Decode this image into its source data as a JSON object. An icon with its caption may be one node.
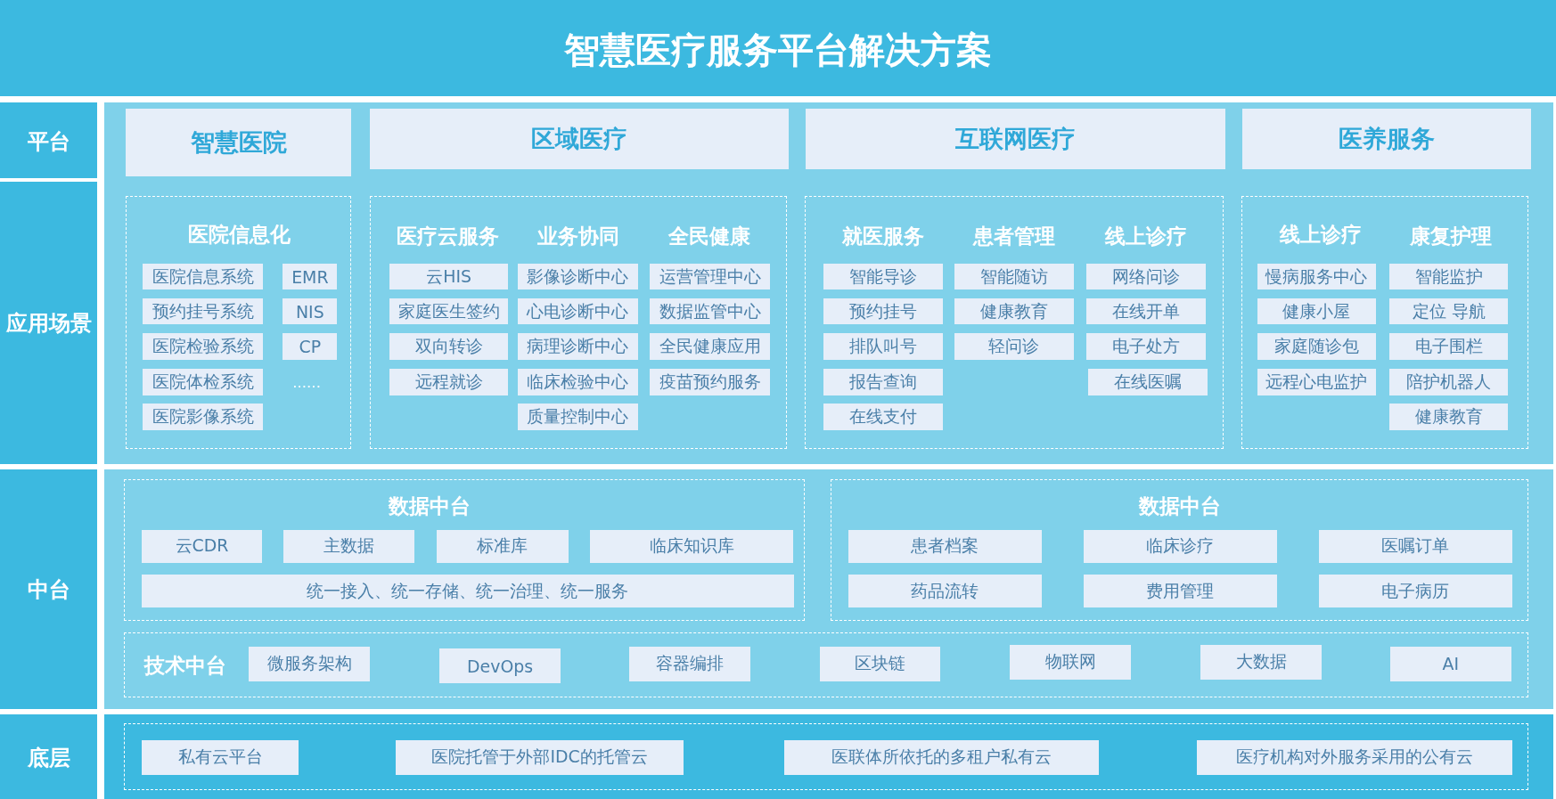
{
  "diagram": {
    "title": "智慧医疗服务平台解决方案",
    "nodes": [
      {
        "text": [
          "平台"
        ]
      },
      {
        "text": [
          "应用场景"
        ]
      },
      {
        "text": [
          "中台"
        ]
      },
      {
        "text": [
          "底层"
        ]
      },
      {
        "text": [
          "智慧医院"
        ]
      },
      {
        "text": [
          "区域医疗"
        ]
      },
      {
        "text": [
          "互联网医疗"
        ]
      },
      {
        "text": [
          "医养服务"
        ]
      },
      {
        "text": [
          "医院信息化"
        ]
      },
      {
        "text": [
          "医院信息系统"
        ],
        "in": 8
      },
      {
        "text": [
          "EMR"
        ],
        "in": 8
      },
      {
        "text": [
          "预约挂号系统"
        ],
        "in": 8
      },
      {
        "text": [
          "NIS"
        ],
        "in": 8
      },
      {
        "text": [
          "医院检验系统"
        ],
        "in": 8
      },
      {
        "text": [
          "CP"
        ],
        "in": 8
      },
      {
        "text": [
          "医院体检系统"
        ],
        "in": 8
      },
      {
        "text": [
          "医院影像系统"
        ],
        "in": 8
      },
      {
        "text": [
          "医疗云服务",
          "业务协同",
          "全民健康"
        ]
      },
      {
        "text": [
          "云HIS"
        ],
        "in": 17
      },
      {
        "text": [
          "影像诊断中心"
        ],
        "in": 17
      },
      {
        "text": [
          "运营管理中心"
        ],
        "in": 17
      },
      {
        "text": [
          "家庭医生签约"
        ],
        "in": 17
      },
      {
        "text": [
          "心电诊断中心"
        ],
        "in": 17
      },
      {
        "text": [
          "数据监管中心"
        ],
        "in": 17
      },
      {
        "text": [
          "双向转诊"
        ],
        "in": 17
      },
      {
        "text": [
          "病理诊断中心"
        ],
        "in": 17
      },
      {
        "text": [
          "全民健康应用"
        ],
        "in": 17
      },
      {
        "text": [
          "远程就诊"
        ],
        "in": 17
      },
      {
        "text": [
          "临床检验中心"
        ],
        "in": 17
      },
      {
        "text": [
          "疫苗预约服务"
        ],
        "in": 17
      },
      {
        "text": [
          "质量控制中心"
        ],
        "in": 17
      },
      {
        "text": [
          "就医服务",
          "患者管理",
          "线上诊疗"
        ]
      },
      {
        "text": [
          "智能导诊"
        ],
        "in": 31
      },
      {
        "text": [
          "智能随访"
        ],
        "in": 31
      },
      {
        "text": [
          "网络问诊"
        ],
        "in": 31
      },
      {
        "text": [
          "预约挂号"
        ],
        "in": 31
      },
      {
        "text": [
          "健康教育"
        ],
        "in": 31
      },
      {
        "text": [
          "在线开单"
        ],
        "in": 31
      },
      {
        "text": [
          "排队叫号"
        ],
        "in": 31
      },
      {
        "text": [
          "轻问诊"
        ],
        "in": 31
      },
      {
        "text": [
          "电子处方"
        ],
        "in": 31
      },
      {
        "text": [
          "报告查询"
        ],
        "in": 31
      },
      {
        "text": [
          "在线医嘱"
        ],
        "in": 31
      },
      {
        "text": [
          "在线支付"
        ],
        "in": 31
      },
      {
        "text": [
          "线上诊疗",
          "康复护理"
        ]
      },
      {
        "text": [
          "慢病服务中心"
        ],
        "in": 44
      },
      {
        "text": [
          "智能监护"
        ],
        "in": 44
      },
      {
        "text": [
          "健康小屋"
        ],
        "in": 44
      },
      {
        "text": [
          "定位 导航"
        ],
        "in": 44
      },
      {
        "text": [
          "家庭随诊包"
        ],
        "in": 44
      },
      {
        "text": [
          "电子围栏"
        ],
        "in": 44
      },
      {
        "text": [
          "远程心电监护"
        ],
        "in": 44
      },
      {
        "text": [
          "陪护机器人"
        ],
        "in": 44
      },
      {
        "text": [
          "健康教育"
        ],
        "in": 44
      },
      {
        "text": [
          "数据中台"
        ]
      },
      {
        "text": [
          "云CDR"
        ],
        "in": 54
      },
      {
        "text": [
          "主数据"
        ],
        "in": 54
      },
      {
        "text": [
          "标准库"
        ],
        "in": 54
      },
      {
        "text": [
          "临床知识库"
        ],
        "in": 54
      },
      {
        "text": [
          "统一接入、统一存储、统一治理、统一服务"
        ],
        "in": 54
      },
      {
        "text": [
          "数据中台"
        ]
      },
      {
        "text": [
          "患者档案"
        ],
        "in": 60
      },
      {
        "text": [
          "临床诊疗"
        ],
        "in": 60
      },
      {
        "text": [
          "医嘱订单"
        ],
        "in": 60
      },
      {
        "text": [
          "药品流转"
        ],
        "in": 60
      },
      {
        "text": [
          "费用管理"
        ],
        "in": 60
      },
      {
        "text": [
          "电子病历"
        ],
        "in": 60
      },
      {
        "text": [
          "技术中台"
        ]
      },
      {
        "text": [
          "微服务架构"
        ],
        "in": 67
      },
      {
        "text": [
          "DevOps"
        ],
        "in": 67
      },
      {
        "text": [
          "容器编排"
        ],
        "in": 67
      },
      {
        "text": [
          "区块链"
        ],
        "in": 67
      },
      {
        "text": [
          "物联网"
        ],
        "in": 67
      },
      {
        "text": [
          "大数据"
        ],
        "in": 67
      },
      {
        "text": [
          "AI"
        ],
        "in": 67
      },
      {
        "text": [],
        "shape": "box"
      },
      {
        "text": [
          "私有云平台"
        ],
        "in": 75
      },
      {
        "text": [
          "医院托管于外部IDC的托管云"
        ],
        "in": 75
      },
      {
        "text": [
          "医联体所依托的多租户私有云"
        ],
        "in": 75
      },
      {
        "text": [
          "医疗机构对外服务采用的公有云"
        ],
        "in": 75
      }
    ],
    "labels": [
      "......"
    ]
  }
}
